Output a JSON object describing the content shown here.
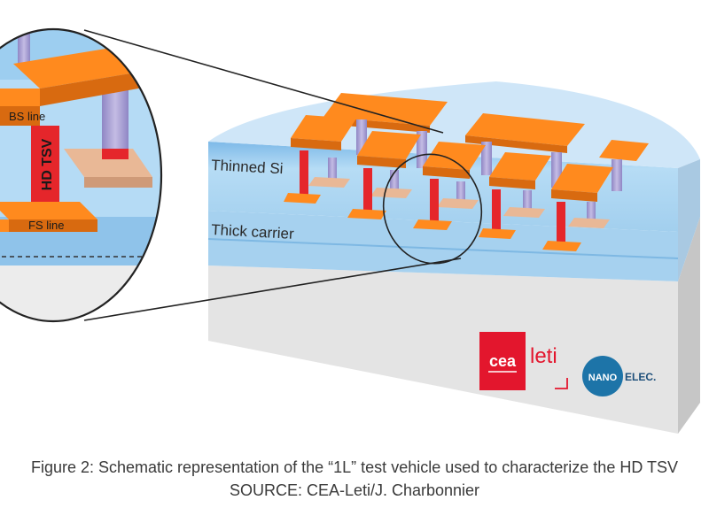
{
  "diagram": {
    "labels": {
      "thinned_si": "Thinned Si",
      "thick_carrier": "Thick carrier",
      "bs_line": "BS line",
      "fs_line": "FS line",
      "hd_tsv": "HD TSV"
    },
    "logos": {
      "cea": "cea",
      "leti": "leti",
      "nanoelec_nano": "NANO",
      "nanoelec_elec": "ELEC."
    }
  },
  "caption": {
    "line1": "Figure 2: Schematic representation of the “1L” test vehicle used to characterize the HD TSV",
    "line2": "SOURCE: CEA-Leti/J. Charbonnier"
  },
  "colors": {
    "orange": "#ff8a1e",
    "red_tsv": "#e5262b",
    "silicon_blue": "#a9d4f2",
    "carrier_gray": "#e1e1e1",
    "pillar_purple": "#a79ccf",
    "cea_red": "#e3162d",
    "nanoelec_blue": "#1d74a8"
  }
}
